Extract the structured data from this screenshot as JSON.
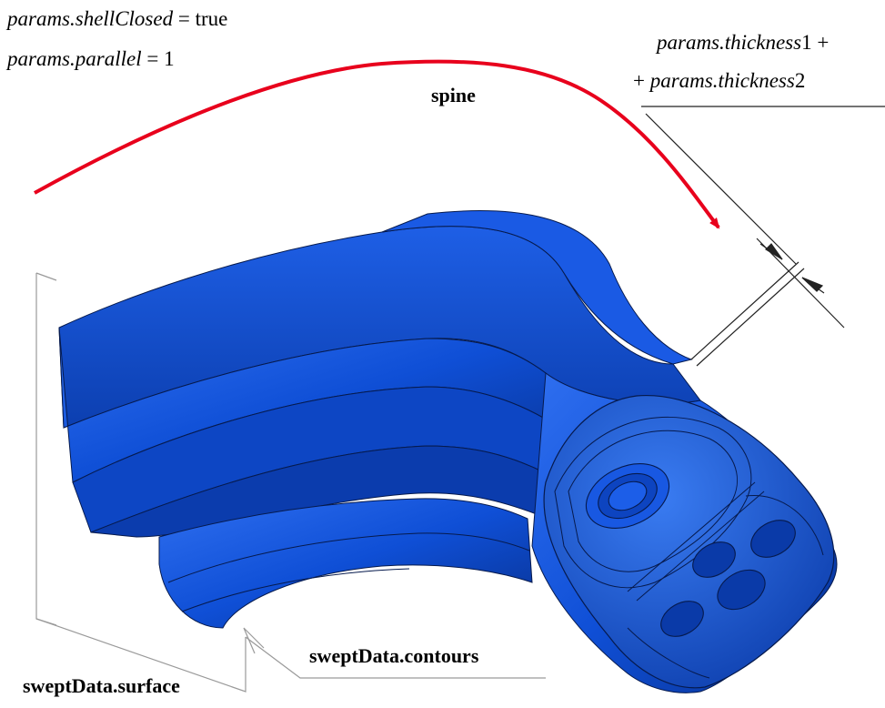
{
  "params": {
    "shell_closed": {
      "name": "params.shellClosed",
      "op": " = ",
      "value": "true"
    },
    "parallel": {
      "name": "params.parallel",
      "op": " = ",
      "value": "1"
    },
    "thickness_line1": {
      "name": "params.thickness",
      "suffix": "1 +"
    },
    "thickness_line2": {
      "prefix": "+ ",
      "name": "params.thickness",
      "suffix": "2"
    }
  },
  "labels": {
    "spine": "spine",
    "contours": "sweptData.contours",
    "surface": "sweptData.surface"
  },
  "colors": {
    "spine_curve": "#e8001c",
    "body_main": "#0f4fd6",
    "body_dark": "#0a3596",
    "body_light": "#3b7cf0",
    "edge_lines": "#061a4d",
    "annotation_lines": "#222222"
  }
}
